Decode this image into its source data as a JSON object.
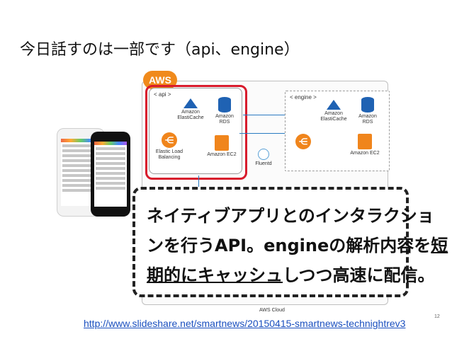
{
  "slide": {
    "title": "今日話すのは一部です（api、engine）",
    "page_number": "12",
    "link": "http://www.slideshare.net/smartnews/20150415-smartnews-technightrev3"
  },
  "diagram": {
    "aws_badge": "AWS",
    "aws_cloud_label": "AWS Cloud",
    "api_group_label": "< api >",
    "engine_group_label": "< engine >",
    "api": {
      "elasticache": "Amazon ElastiCache",
      "rds": "Amazon RDS",
      "elb": "Elastic Load Balancing",
      "ec2": "Amazon EC2"
    },
    "engine": {
      "elasticache": "Amazon ElastiCache",
      "rds": "Amazon RDS",
      "ec2": "Amazon EC2"
    },
    "fluentd": "Fluentd"
  },
  "callout": {
    "line1": "ネイティブアプリとのインタラクショ",
    "line2_a": "ンを行うAPI。engineの解析内容を",
    "line2_b": "短",
    "line3_a": "期的に",
    "line3_b": "キャッシュ",
    "line3_c": "しつつ高速に配信。"
  },
  "colors": {
    "aws_orange": "#f08a1c",
    "aws_blue": "#1f62b3",
    "highlight_red": "#d81b2c",
    "link_blue": "#1a4fbf"
  }
}
